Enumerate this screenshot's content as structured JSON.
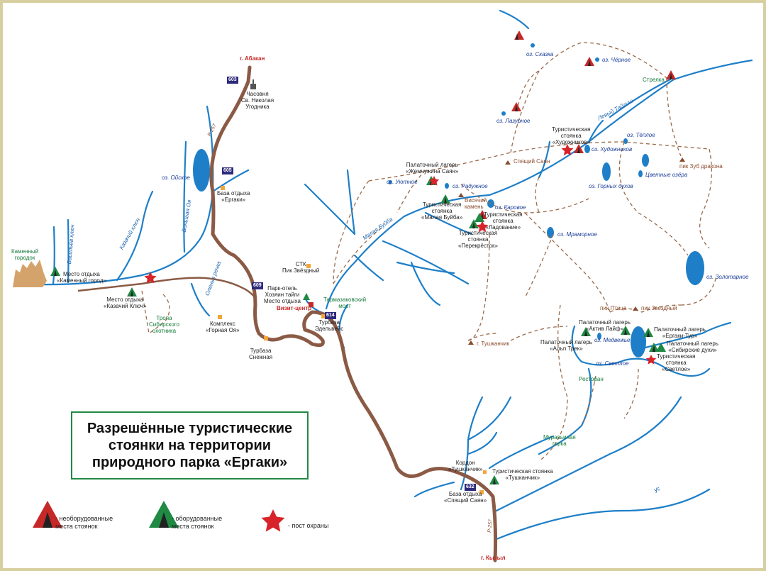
{
  "title": "Разрешённые туристические\nстоянки на территории\nприродного парка «Ергаки»",
  "colors": {
    "river": "#1e7fc8",
    "road": "#8b5a45",
    "trail": "#9a6a4a",
    "equipped": "#1f8a43",
    "unequipped": "#c62828",
    "post": "#d8232a",
    "frame": "#d8cfa0"
  },
  "legend": {
    "unequipped": "- необорудованные\nместа стоянок",
    "equipped": "- оборудованные\nместа стоянок",
    "post": "- пост охраны"
  },
  "cities": {
    "abakan": "г. Абакан",
    "kyzyl": "г. Кызыл"
  },
  "road_numbers": {
    "km603": "603",
    "km605": "605",
    "km609": "609",
    "km614": "614",
    "km632": "632"
  },
  "road_name": "Р-257",
  "rivers": {
    "oya": "Большая Оя",
    "malaya_buyba": "Малая Буйба",
    "levyy_taygish": "Левый Тайгиш",
    "kazachiy": "Казачий ключ",
    "vasilyev": "Васильев ключ",
    "olenya": "Оленья речка",
    "us": "Ус"
  },
  "lakes": {
    "oyskoe": "оз. Ойское",
    "skazka": "оз. Сказка",
    "chernoe": "оз. Чёрное",
    "lazurnoe": "оз. Лазурное",
    "teploe": "оз. Тёплое",
    "hudozhnikov": "оз. Художников",
    "gornyh_duhov": "оз. Горных духов",
    "tsvetnye": "Цветные озёра",
    "uyutnoe": "оз. Уютное",
    "raduzhnoe": "оз. Радужное",
    "karovoe": "оз. Каровое",
    "mramornoe": "оз. Мраморное",
    "zolotarnoe": "оз. Золотарное",
    "medvezhye": "оз. Медвежье",
    "svetloe": "оз. Светлое"
  },
  "peaks": {
    "spyashchiy": "Спящий Саян",
    "zub": "пик Зуб дракона",
    "visyachiy": "Висячий\nкамень",
    "tushkanchik": "г. Тушканчик",
    "ptitsa": "пик Птица",
    "zvezdny": "пик Звездный"
  },
  "places": {
    "chasovnya": "Часовня\nСв. Николая\nУгодника",
    "baza_ergaki": "База отдыха\n«Ергаки»",
    "kamenny_gorodok": "Каменный\nгородок",
    "mesto_kam_gorod": "Место отдыха\n«Каменный город»",
    "mesto_kazachiy": "Место отдыха\n«Казачий Ключ»",
    "tropa": "Тропа\nСибирского\nохотника",
    "gornaya_oya": "Комплекс\n«Горная Оя»",
    "snezhnaya": "Турбаза\nСнежная",
    "stk": "СТК\nПик Звёздный",
    "park_hotel": "Парк-отель\nХозяин тайги\nМесто отдыха",
    "vizit": "Визит-центр",
    "tarmaz": "Тармазаковский\nмост",
    "edelveys": "Турбаза\nЭдельвейс",
    "zhemchuzhina": "Палаточный лагерь\n«Жемчужина Саян»",
    "malaya_buyba": "Туристическая\nстоянка\n«Малая Буйба»",
    "ladovanie": "Туристическая\nстоянка\n«Ладование»",
    "perekrestok": "Туристическая\nстоянка\n«Перекрёсток»",
    "hudozhnikov": "Туристическая\nстоянка\n«Художников»",
    "strelka": "Стрелка",
    "aktiv": "Палаточный лагерь\n«Актив Лайф»",
    "alp": "Палаточный лагерь\n«Альп Трек»",
    "ergaki_tur": "Палаточный лагерь\n«Ергаки-Тур»",
    "sib_duhi": "Палаточный лагерь\n«Сибирские духи»",
    "svetloe": "Туристическая\nстоянка\n«Светлое»",
    "restoran": "Ресторан",
    "muravyinaya": "Муравьиная\nгорка",
    "kordon": "Кордон\n«Тушканчик»",
    "tushkanchik": "Туристическая стоянка\n«Тушканчик»",
    "spyashchiy_baza": "База отдыха\n«Спящий Саян»"
  }
}
